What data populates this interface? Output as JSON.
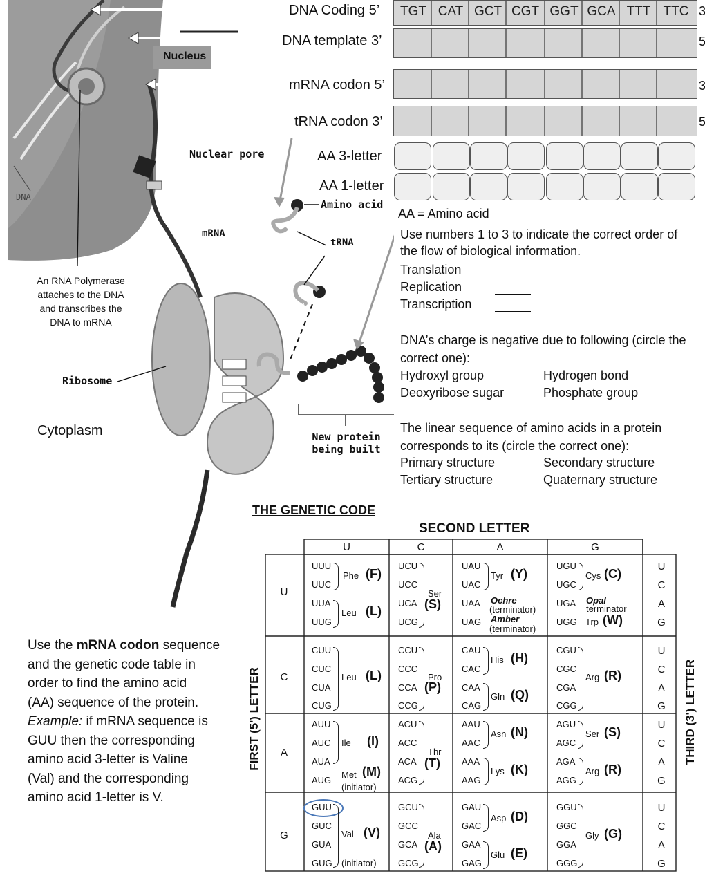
{
  "worksheet": {
    "rows": [
      {
        "label": "DNA Coding  5’",
        "end": "3",
        "type": "cell"
      },
      {
        "label": "DNA template 3’",
        "end": "5",
        "type": "cell"
      },
      {
        "label": "mRNA codon 5’",
        "end": "3",
        "type": "cell"
      },
      {
        "label": "tRNA codon  3’",
        "end": "5",
        "type": "cell"
      },
      {
        "label": "AA 3-letter",
        "end": "",
        "type": "box"
      },
      {
        "label": "AA 1-letter",
        "end": "",
        "type": "box"
      }
    ],
    "dna_codons": [
      "TGT",
      "CAT",
      "GCT",
      "CGT",
      "GGT",
      "GCA",
      "TTT",
      "TTC"
    ],
    "aa_def": "AA = Amino acid"
  },
  "diagram": {
    "nucleus": "Nucleus",
    "dna": "DNA",
    "nuclear_pore": "Nuclear pore",
    "mrna": "mRNA",
    "trna": "tRNA",
    "amino_acid": "Amino acid",
    "polymerase": [
      "An RNA Polymerase",
      "attaches to the DNA",
      "and transcribes the",
      "DNA to mRNA"
    ],
    "ribosome": "Ribosome",
    "cytoplasm": "Cytoplasm",
    "new_protein": [
      "New protein",
      "being built"
    ]
  },
  "questions": {
    "q1_prompt": [
      "Use numbers 1 to 3 to indicate the correct order of",
      "the flow of biological information."
    ],
    "q1_options": [
      "Translation",
      "Replication",
      "Transcription"
    ],
    "q2_prompt": [
      "DNA’s charge is negative due to following (circle the",
      "correct one):"
    ],
    "q2_options": [
      "Hydroxyl group",
      "Hydrogen bond",
      "Deoxyribose sugar",
      "Phosphate group"
    ],
    "q3_prompt": [
      "The linear sequence of amino acids in a protein",
      "corresponds to its (circle the correct one):"
    ],
    "q3_options": [
      "Primary structure",
      "Secondary structure",
      "Tertiary structure",
      "Quaternary structure"
    ]
  },
  "instructions": {
    "p1_pre": "Use the ",
    "p1_bold": "mRNA codon",
    "p1_post": " sequence",
    "lines": [
      "and the genetic code table in",
      "order to find the amino acid",
      "(AA) sequence of the protein."
    ],
    "example_label": "Example:",
    "example_rest": " if mRNA sequence is",
    "lines2": [
      "GUU then the corresponding",
      "amino acid 3-letter is Valine",
      "(Val) and the corresponding",
      "amino acid 1-letter is V."
    ]
  },
  "genetic_code": {
    "title": "THE  GENETIC  CODE",
    "second_letter": "SECOND  LETTER",
    "first_letter": "FIRST  (5')  LETTER",
    "third_letter": "THIRD  (3')  LETTER",
    "bases": [
      "U",
      "C",
      "A",
      "G"
    ],
    "codons": {
      "UU": [
        "UUU",
        "UUC",
        "UUA",
        "UUG"
      ],
      "UC": [
        "UCU",
        "UCC",
        "UCA",
        "UCG"
      ],
      "UA": [
        "UAU",
        "UAC",
        "UAA",
        "UAG"
      ],
      "UG": [
        "UGU",
        "UGC",
        "UGA",
        "UGG"
      ],
      "CU": [
        "CUU",
        "CUC",
        "CUA",
        "CUG"
      ],
      "CC": [
        "CCU",
        "CCC",
        "CCA",
        "CCG"
      ],
      "CA": [
        "CAU",
        "CAC",
        "CAA",
        "CAG"
      ],
      "CG": [
        "CGU",
        "CGC",
        "CGA",
        "CGG"
      ],
      "AU": [
        "AUU",
        "AUC",
        "AUA",
        "AUG"
      ],
      "AC": [
        "ACU",
        "ACC",
        "ACA",
        "ACG"
      ],
      "AA": [
        "AAU",
        "AAC",
        "AAA",
        "AAG"
      ],
      "AG": [
        "AGU",
        "AGC",
        "AGA",
        "AGG"
      ],
      "GU": [
        "GUU",
        "GUC",
        "GUA",
        "GUG"
      ],
      "GC": [
        "GCU",
        "GCC",
        "GCA",
        "GCG"
      ],
      "GA": [
        "GAU",
        "GAC",
        "GAA",
        "GAG"
      ],
      "GG": [
        "GGU",
        "GGC",
        "GGA",
        "GGG"
      ]
    },
    "aa": {
      "phe": [
        "Phe",
        "(F)"
      ],
      "leu1": [
        "Leu",
        "(L)"
      ],
      "ser1": [
        "Ser",
        "(S)"
      ],
      "tyr": [
        "Tyr",
        "(Y)"
      ],
      "ochre": [
        "Ochre",
        "(terminator)"
      ],
      "amber": [
        "Amber",
        "(terminator)"
      ],
      "cys": [
        "Cys",
        "(C)"
      ],
      "opal": [
        "Opal",
        "terminator"
      ],
      "trp": [
        "Trp",
        "(W)"
      ],
      "leu2": [
        "Leu",
        "(L)"
      ],
      "pro": [
        "Pro",
        "(P)"
      ],
      "his": [
        "His",
        "(H)"
      ],
      "gln": [
        "Gln",
        "(Q)"
      ],
      "arg1": [
        "Arg",
        "(R)"
      ],
      "ile": [
        "Ile",
        "(I)"
      ],
      "met": [
        "Met",
        "(M)"
      ],
      "initiator": "(initiator)",
      "thr": [
        "Thr",
        "(T)"
      ],
      "asn": [
        "Asn",
        "(N)"
      ],
      "lys": [
        "Lys",
        "(K)"
      ],
      "ser2": [
        "Ser",
        "(S)"
      ],
      "arg2": [
        "Arg",
        "(R)"
      ],
      "val": [
        "Val",
        "(V)"
      ],
      "ala": [
        "Ala",
        "(A)"
      ],
      "asp": [
        "Asp",
        "(D)"
      ],
      "glu": [
        "Glu",
        "(E)"
      ],
      "gly": [
        "Gly",
        "(G)"
      ]
    }
  }
}
